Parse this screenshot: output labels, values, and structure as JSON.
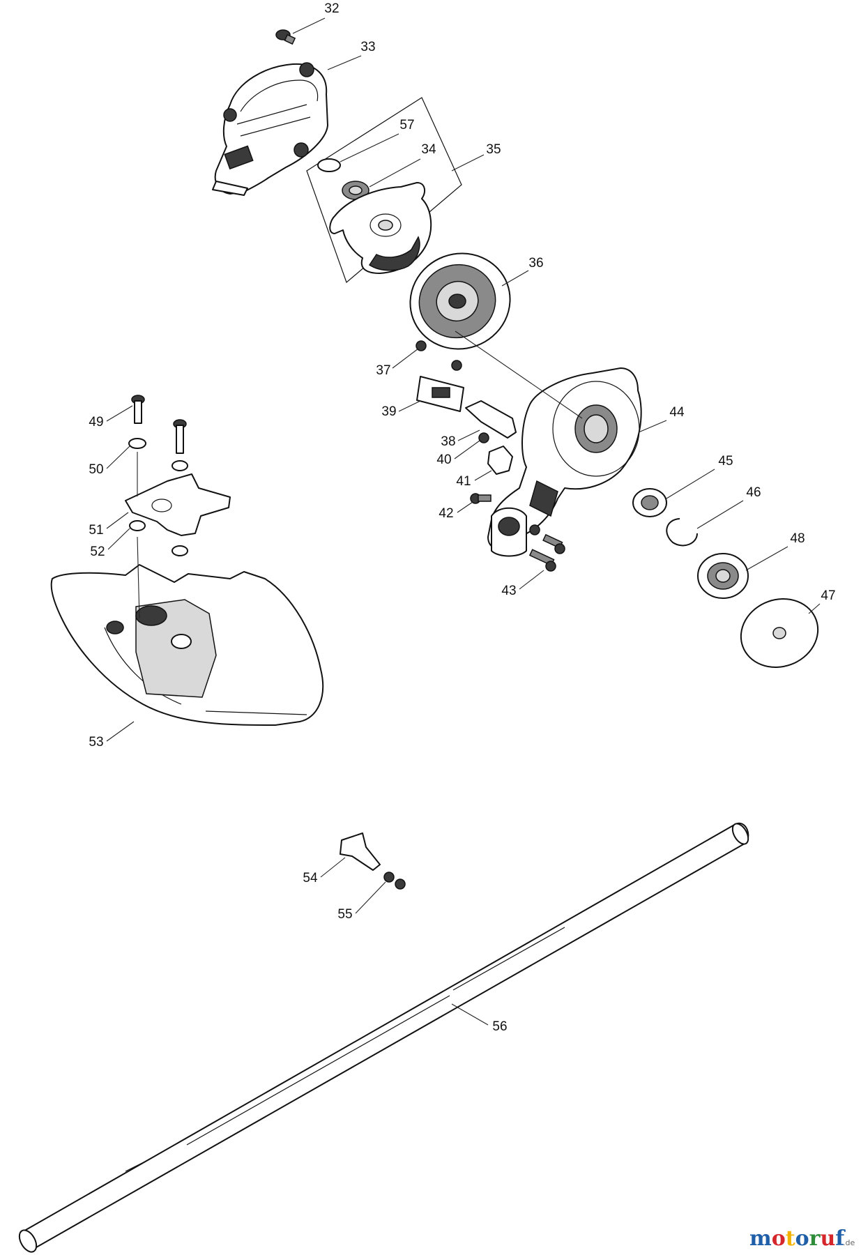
{
  "watermark": {
    "letters": [
      "m",
      "o",
      "t",
      "o",
      "r",
      "u",
      "f"
    ],
    "colors": [
      "#1f5fa8",
      "#d4262b",
      "#f2b300",
      "#1f5fa8",
      "#2e8b3a",
      "#d4262b",
      "#1f5fa8"
    ],
    "suffix": ".de"
  },
  "callouts": [
    {
      "id": "32",
      "label": "32"
    },
    {
      "id": "33",
      "label": "33"
    },
    {
      "id": "57",
      "label": "57"
    },
    {
      "id": "34",
      "label": "34"
    },
    {
      "id": "35",
      "label": "35"
    },
    {
      "id": "36",
      "label": "36"
    },
    {
      "id": "37",
      "label": "37"
    },
    {
      "id": "39",
      "label": "39"
    },
    {
      "id": "38",
      "label": "38"
    },
    {
      "id": "40",
      "label": "40"
    },
    {
      "id": "41",
      "label": "41"
    },
    {
      "id": "42",
      "label": "42"
    },
    {
      "id": "43",
      "label": "43"
    },
    {
      "id": "44",
      "label": "44"
    },
    {
      "id": "45",
      "label": "45"
    },
    {
      "id": "46",
      "label": "46"
    },
    {
      "id": "48",
      "label": "48"
    },
    {
      "id": "47",
      "label": "47"
    },
    {
      "id": "49",
      "label": "49"
    },
    {
      "id": "50",
      "label": "50"
    },
    {
      "id": "51",
      "label": "51"
    },
    {
      "id": "52",
      "label": "52"
    },
    {
      "id": "53",
      "label": "53"
    },
    {
      "id": "54",
      "label": "54"
    },
    {
      "id": "55",
      "label": "55"
    },
    {
      "id": "56",
      "label": "56"
    }
  ]
}
